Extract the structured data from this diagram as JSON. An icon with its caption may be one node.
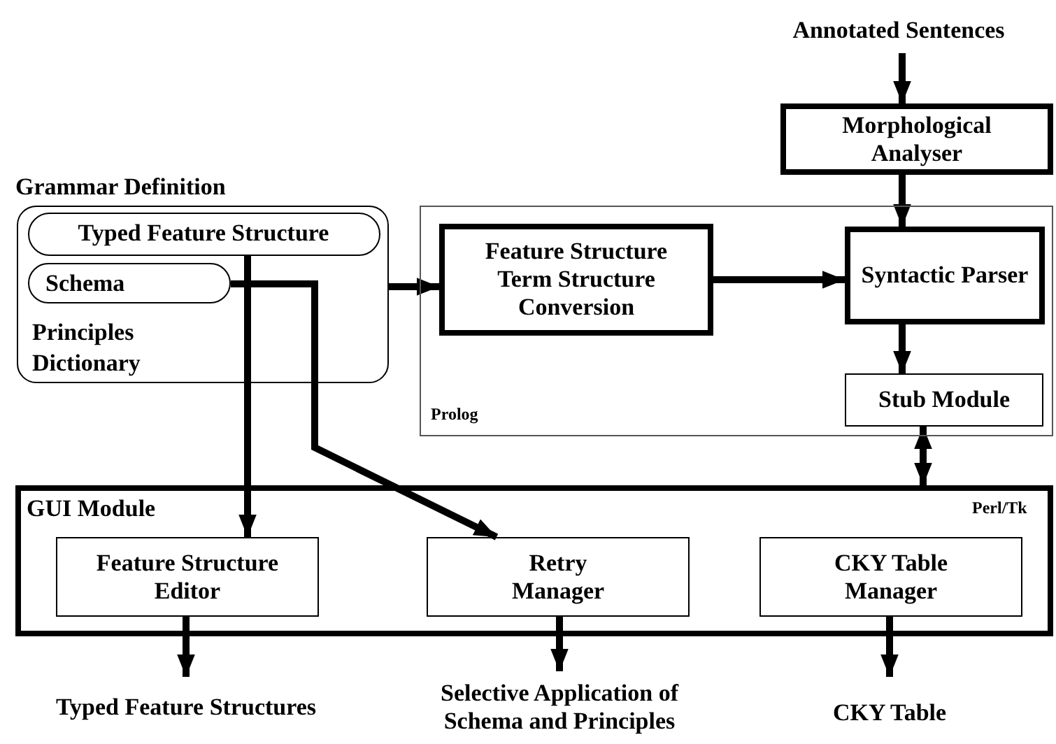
{
  "diagram": {
    "nodes": [
      {
        "text": [
          "Grammar Definition",
          "Principles",
          "Dictionary"
        ]
      },
      {
        "text": [
          "Typed Feature Structure"
        ],
        "in": 0
      },
      {
        "text": [
          "Schema"
        ],
        "in": 0
      },
      {
        "text": [
          "Prolog"
        ]
      },
      {
        "text": [
          "Feature Structure Term Structure Conversion"
        ],
        "in": 3
      },
      {
        "text": [
          "Annotated Sentences"
        ]
      },
      {
        "text": [
          "Morphological Analyser"
        ]
      },
      {
        "text": [
          "Syntactic Parser"
        ],
        "in": 3
      },
      {
        "text": [
          "Stub Module"
        ],
        "in": 3
      },
      {
        "text": [
          "GUI Module",
          "Perl/Tk"
        ]
      },
      {
        "text": [
          "Feature Structure Editor"
        ],
        "in": 9
      },
      {
        "text": [
          "Retry Manager"
        ],
        "in": 9
      },
      {
        "text": [
          "CKY Table Manager"
        ],
        "in": 9
      },
      {
        "text": [
          "Typed Feature Structures"
        ]
      },
      {
        "text": [
          "Selective Application of Schema and Principles"
        ]
      },
      {
        "text": [
          "CKY Table"
        ]
      }
    ],
    "edges": [
      {
        "from": 0,
        "to": 4,
        "arrow": "to"
      },
      {
        "from": 5,
        "to": 6,
        "arrow": "to"
      },
      {
        "from": 6,
        "to": 7,
        "arrow": "to"
      },
      {
        "from": 4,
        "to": 7,
        "arrow": "to"
      },
      {
        "from": 7,
        "to": 8,
        "arrow": "to"
      },
      {
        "from": 8,
        "to": 9,
        "arrow": "both"
      },
      {
        "from": 1,
        "to": 10,
        "arrow": "to"
      },
      {
        "from": 2,
        "to": 11,
        "arrow": "to"
      },
      {
        "from": 10,
        "to": 13,
        "arrow": "to"
      },
      {
        "from": 11,
        "to": 14,
        "arrow": "to"
      },
      {
        "from": 12,
        "to": 15,
        "arrow": "to"
      }
    ]
  }
}
